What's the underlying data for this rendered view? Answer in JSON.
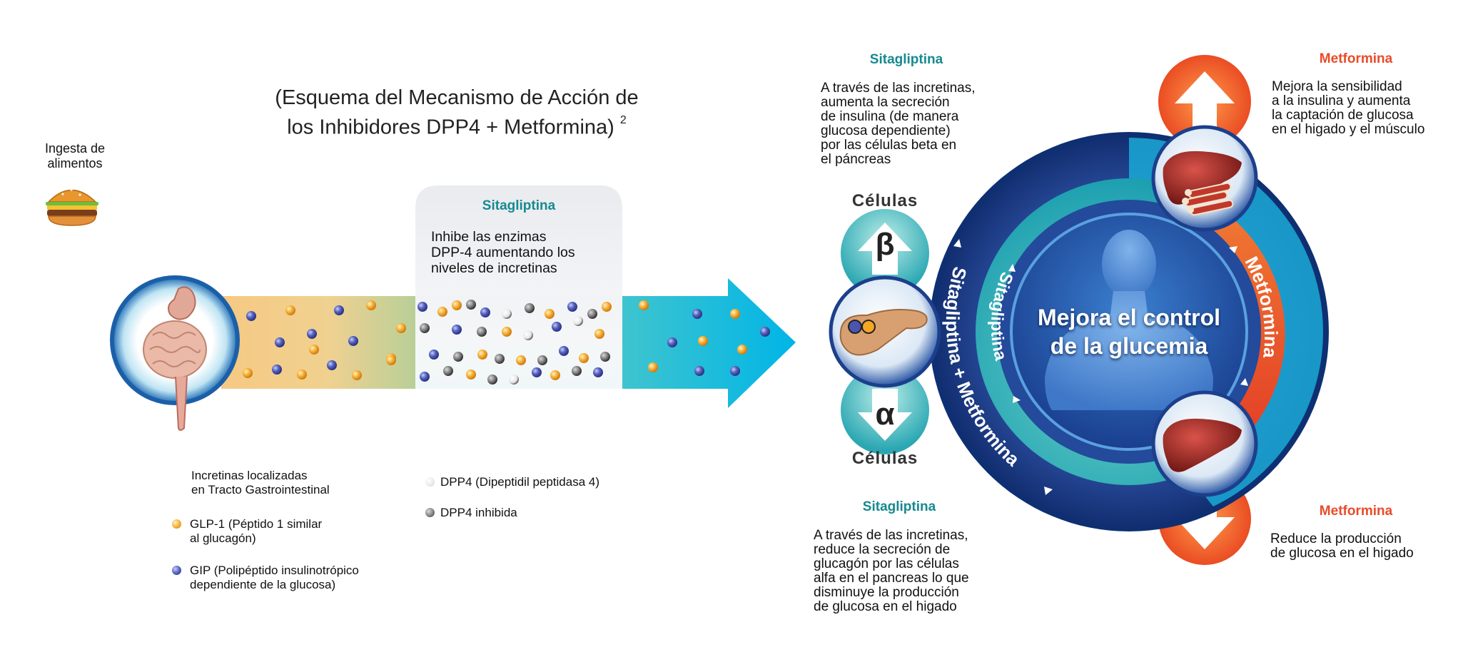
{
  "title": {
    "line1": "(Esquema del Mecanismo de Acción de",
    "line2": "los Inhibidores DPP4 + Metformina)",
    "ref": "2"
  },
  "food": {
    "label": "Ingesta de\nalimentos",
    "icon": "burger-icon"
  },
  "sitagliptina_box": {
    "heading": "Sitagliptina",
    "text": "Inhibe las enzimas\nDPP-4 aumentando los\nniveles de incretinas"
  },
  "legend": {
    "incretinas": "Incretinas localizadas\nen Tracto Gastrointestinal",
    "glp1": "GLP-1 (Péptido 1 similar\nal glucagón)",
    "gip": "GIP (Polipéptido insulinotrópico\ndependiente de la glucosa)",
    "dpp4": "DPP4 (Dipeptidil peptidasa 4)",
    "dpp4_inhibida": "DPP4 inhibida"
  },
  "cells": {
    "beta_label": "Células",
    "beta_glyph": "β",
    "alpha_glyph": "α",
    "alpha_label": "Células"
  },
  "sita_top": {
    "heading": "Sitagliptina",
    "text": "A través de las incretinas,\naumenta la secreción\nde insulina (de manera\nglucosa dependiente)\npor las células beta en\nel páncreas"
  },
  "sita_bottom": {
    "heading": "Sitagliptina",
    "text": "A través de las incretinas,\nreduce la secreción de\nglucagón por las células\nalfa en el pancreas lo que\ndisminuye la producción\nde glucosa en el higado"
  },
  "met_top": {
    "heading": "Metformina",
    "text": "Mejora la sensibilidad\na la insulina y aumenta\nla captación de glucosa\nen el higado y el músculo"
  },
  "met_bottom": {
    "heading": "Metformina",
    "text": "Reduce la producción\nde glucosa en el higado"
  },
  "center": {
    "text": "Mejora el control\nde la glucemia"
  },
  "ring_labels": {
    "outer": "Sitagliptina + Metformina",
    "inner": "Sitagliptina",
    "right": "Metformina"
  },
  "colors": {
    "teal": "#158a8f",
    "red": "#e94b2a",
    "glp1_dot": "#f5a623",
    "gip_dot": "#4a55b0",
    "navy": "#1c3f8c",
    "cyan": "#1ab3d6"
  }
}
